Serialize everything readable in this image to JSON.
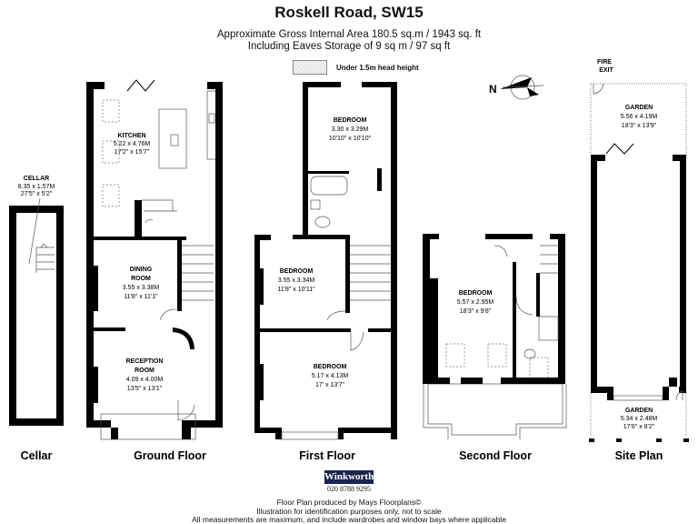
{
  "header": {
    "title": "Roskell Road, SW15",
    "area_line": "Approximate Gross Internal Area 180.5 sq.m  /  1943 sq. ft",
    "eaves_line": "Including Eaves Storage of  9 sq m  /  97 sq ft",
    "legend_label": "Under 1.5m head height"
  },
  "compass": {
    "label": "N"
  },
  "floors": {
    "cellar": {
      "label": "Cellar",
      "rooms": [
        {
          "name": "CELLAR",
          "metric": "8.35 x 1.57M",
          "imperial": "27'5\" x 5'2\""
        }
      ]
    },
    "ground": {
      "label": "Ground Floor",
      "rooms": [
        {
          "name": "KITCHEN",
          "metric": "5.22 x 4.76M",
          "imperial": "17'2\" x 15'7\""
        },
        {
          "name": "DINING",
          "name2": "ROOM",
          "metric": "3.55 x 3.38M",
          "imperial": "11'8\" x 11'1\""
        },
        {
          "name": "RECEPTION",
          "name2": "ROOM",
          "metric": "4.09 x 4.00M",
          "imperial": "13'5\" x 13'1\""
        }
      ]
    },
    "first": {
      "label": "First Floor",
      "rooms": [
        {
          "name": "BEDROOM",
          "metric": "3.30 x 3.29M",
          "imperial": "10'10\" x 10'10\""
        },
        {
          "name": "BEDROOM",
          "metric": "3.55 x 3.34M",
          "imperial": "11'8\" x 10'11\""
        },
        {
          "name": "BEDROOM",
          "metric": "5.17 x 4.13M",
          "imperial": "17' x 13'7\""
        }
      ]
    },
    "second": {
      "label": "Second Floor",
      "rooms": [
        {
          "name": "BEDROOM",
          "metric": "5.57 x 2.95M",
          "imperial": "18'3\" x 9'8\""
        }
      ]
    },
    "site": {
      "label": "Site Plan",
      "fire_exit": [
        "FIRE",
        "EXIT"
      ],
      "rooms": [
        {
          "name": "GARDEN",
          "metric": "5.56 x 4.19M",
          "imperial": "18'3\" x 13'9\""
        },
        {
          "name": "GARDEN",
          "metric": "5.34 x 2.48M",
          "imperial": "17'6\" x 8'2\""
        }
      ]
    }
  },
  "footer": {
    "brand": "Winkworth",
    "phone": "020 8788 9295",
    "line1": "Floor Plan produced by Mays Floorplans©",
    "line2": "Illustration for identification purposes only, not to scale",
    "line3": "All measurements are maximum, and include wardrobes and window bays where applicable"
  },
  "colors": {
    "walls": "#000000",
    "brand": "#1b2450",
    "eaves_hatch": "#dddddd"
  }
}
